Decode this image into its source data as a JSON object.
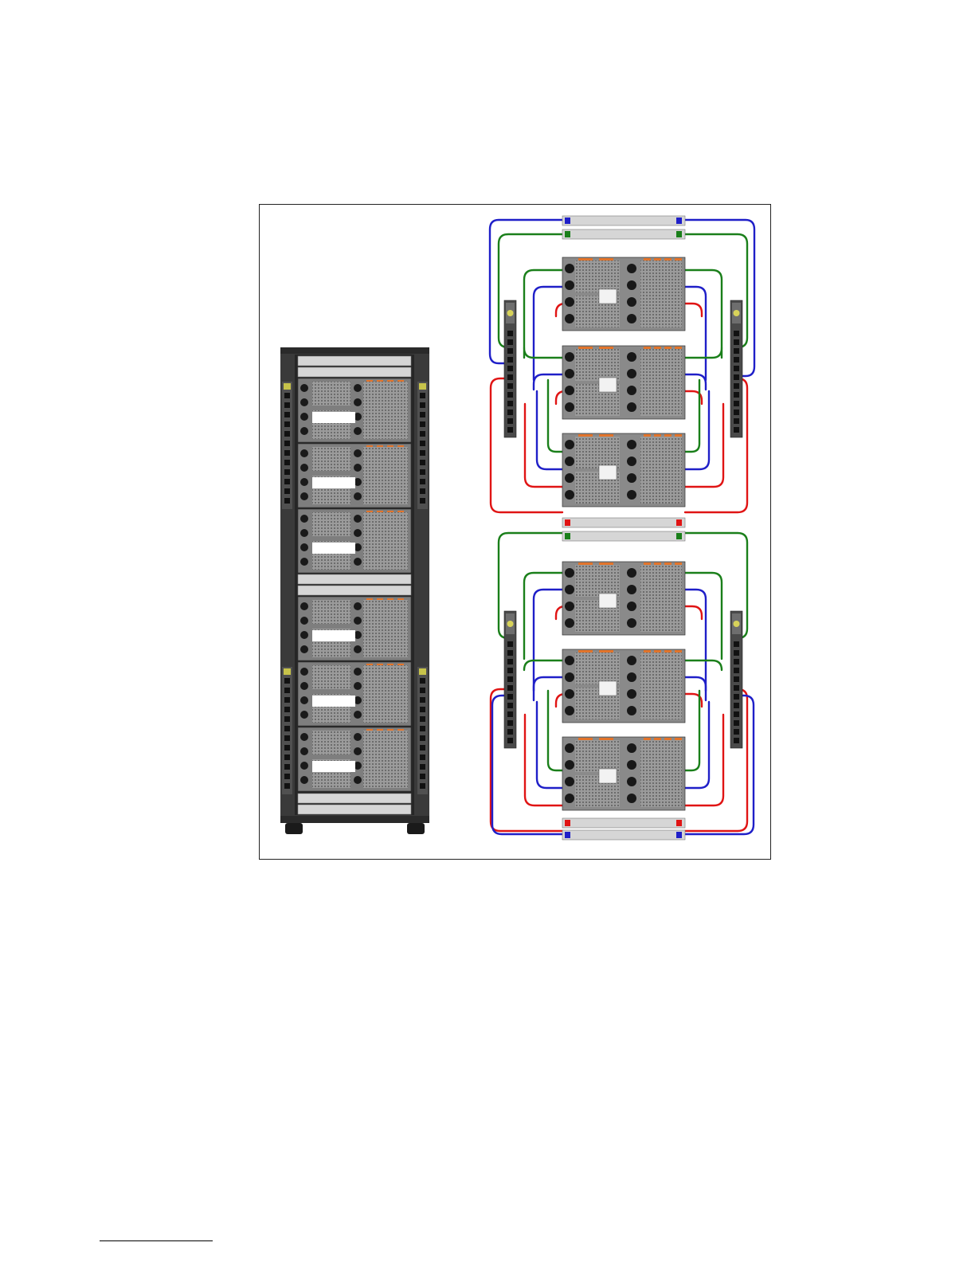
{
  "figure": {
    "colors": {
      "cable_a": "#1f1fc8",
      "cable_b": "#1a7f1a",
      "cable_c": "#e01414",
      "rack_frame": "#3a3a3a",
      "pdu": "#4a4a4a",
      "switch_panel": "#d6d6d6",
      "server_body": "#8a8a8a",
      "server_accent": "#e2742b"
    },
    "rack": {
      "server_groups": 2,
      "servers_per_group": 3,
      "pdus": 4
    },
    "wiring_view": {
      "groups": 2,
      "servers_per_group": 3,
      "pdus_per_group": 2,
      "cable_colors": [
        "blue",
        "green",
        "red"
      ]
    }
  }
}
